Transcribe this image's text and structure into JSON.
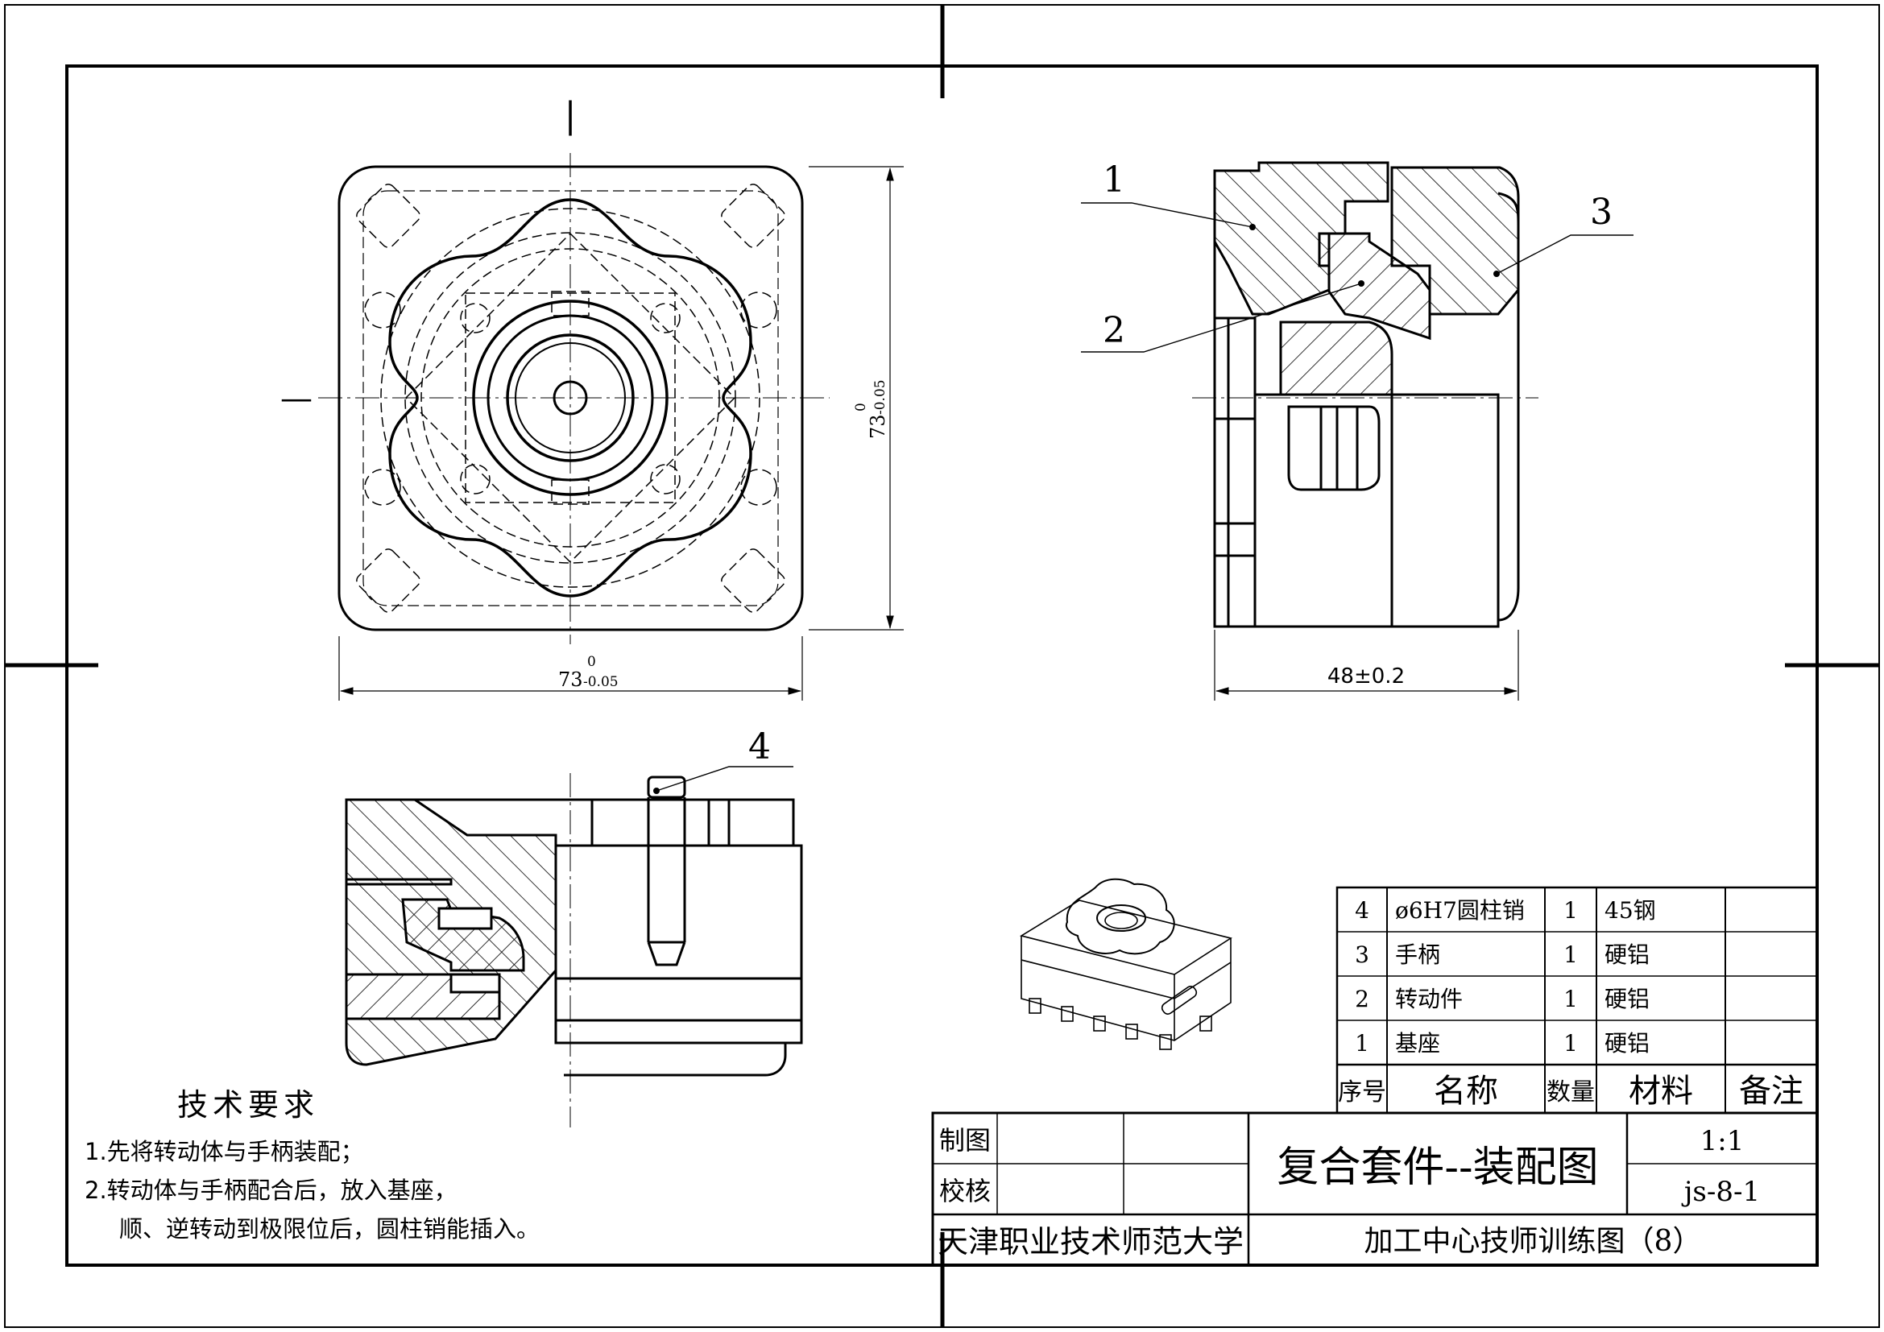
{
  "callouts": [
    "1",
    "2",
    "3",
    "4"
  ],
  "section_marks": {
    "vertical": "|",
    "horizontal": "—"
  },
  "dimensions": {
    "width_main": "73",
    "width_upper": "0",
    "width_lower": "-0.05",
    "height_main": "73",
    "height_upper": "0",
    "height_lower": "-0.05",
    "side_width": "48±0.2"
  },
  "tech_requirements": {
    "title": "技术要求",
    "lines": [
      "1.先将转动体与手柄装配；",
      "2.转动体与手柄配合后，放入基座，",
      "顺、逆转动到极限位后，圆柱销能插入。"
    ]
  },
  "bom": {
    "headers": [
      "序号",
      "名称",
      "数量",
      "材料",
      "备注"
    ],
    "rows": [
      {
        "no": "4",
        "name": "ø6H7圆柱销",
        "qty": "1",
        "material": "45钢",
        "remark": ""
      },
      {
        "no": "3",
        "name": "手柄",
        "qty": "1",
        "material": "硬铝",
        "remark": ""
      },
      {
        "no": "2",
        "name": "转动件",
        "qty": "1",
        "material": "硬铝",
        "remark": ""
      },
      {
        "no": "1",
        "name": "基座",
        "qty": "1",
        "material": "硬铝",
        "remark": ""
      }
    ]
  },
  "title_block": {
    "drawn_label": "制图",
    "checked_label": "校核",
    "title": "复合套件--装配图",
    "scale": "1:1",
    "drawing_no": "js-8-1",
    "organization": "天津职业技术师范大学",
    "subtitle": "加工中心技师训练图（8）"
  }
}
